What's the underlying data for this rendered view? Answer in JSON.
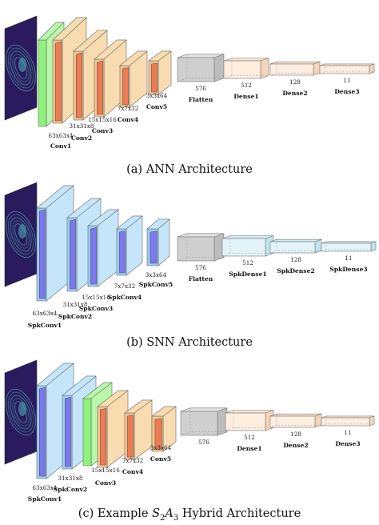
{
  "panels": [
    {
      "id": "ann",
      "caption": "(a) ANN Architecture",
      "blocks": [
        {
          "kind": "input"
        },
        {
          "kind": "conv",
          "type": "green"
        },
        {
          "kind": "conv",
          "type": "orange",
          "dim": "63x63x4",
          "name": "Conv1"
        },
        {
          "kind": "conv",
          "type": "orange",
          "dim": "31x31x8",
          "name": "Conv2"
        },
        {
          "kind": "conv",
          "type": "orange",
          "dim": "15x15x16",
          "name": "Conv3"
        },
        {
          "kind": "conv",
          "type": "orange",
          "dim": "7x7x32",
          "name": "Conv4"
        },
        {
          "kind": "conv",
          "type": "orange",
          "dim": "3x3x64",
          "name": "Conv5"
        },
        {
          "kind": "dense",
          "type": "gray",
          "dim": "576",
          "name": "Flatten"
        },
        {
          "kind": "dense",
          "type": "peach",
          "dim": "512",
          "name": "Dense1"
        },
        {
          "kind": "dense",
          "type": "peach",
          "dim": "128",
          "name": "Dense2"
        },
        {
          "kind": "dense",
          "type": "peach",
          "dim": "11",
          "name": "Dense3"
        }
      ]
    },
    {
      "id": "snn",
      "caption": "(b) SNN Architecture",
      "blocks": [
        {
          "kind": "input"
        },
        {
          "kind": "conv",
          "type": "blue",
          "dim": "63x63x4",
          "name": "SpkConv1"
        },
        {
          "kind": "conv",
          "type": "blue",
          "dim": "31x31x8",
          "name": "SpkConv2"
        },
        {
          "kind": "conv",
          "type": "blue",
          "dim": "15x15x16",
          "name": "SpkConv3"
        },
        {
          "kind": "conv",
          "type": "blue",
          "dim": "7x7x32",
          "name": "SpkConv4"
        },
        {
          "kind": "conv",
          "type": "blue",
          "dim": "3x3x64",
          "name": "SpkConv5"
        },
        {
          "kind": "dense",
          "type": "gray",
          "dim": "576",
          "name": "Flatten"
        },
        {
          "kind": "dense",
          "type": "lightblue",
          "dim": "512",
          "name": "SpkDense1"
        },
        {
          "kind": "dense",
          "type": "lightblue",
          "dim": "128",
          "name": "SpkDense2"
        },
        {
          "kind": "dense",
          "type": "lightblue",
          "dim": "11",
          "name": "SpkDense3"
        }
      ]
    },
    {
      "id": "hybrid",
      "caption_prefix": "(c) Example ",
      "caption_math": "S",
      "caption_sub1": "2",
      "caption_math2": "A",
      "caption_sub2": "3",
      "caption_suffix": " Hybrid Architecture",
      "blocks": [
        {
          "kind": "input"
        },
        {
          "kind": "conv",
          "type": "blue",
          "dim": "63x63x4",
          "name": "SpkConv1"
        },
        {
          "kind": "conv",
          "type": "blue",
          "dim": "31x31x8",
          "name": "SpkConv2"
        },
        {
          "kind": "conv",
          "type": "green"
        },
        {
          "kind": "conv",
          "type": "orange",
          "dim": "15x15x16",
          "name": "Conv3"
        },
        {
          "kind": "conv",
          "type": "orange",
          "dim": "7x7x32",
          "name": "Conv4"
        },
        {
          "kind": "conv",
          "type": "orange",
          "dim": "3x3x64",
          "name": "Conv5"
        },
        {
          "kind": "dense",
          "type": "gray",
          "dim": "576",
          "name": ""
        },
        {
          "kind": "dense",
          "type": "peach",
          "dim": "512",
          "name": "Dense1"
        },
        {
          "kind": "dense",
          "type": "peach",
          "dim": "128",
          "name": "Dense2"
        },
        {
          "kind": "dense",
          "type": "peach",
          "dim": "11",
          "name": "Dense3"
        }
      ]
    }
  ],
  "colors": {
    "orange_face": "#f4c78e",
    "orange_inner": "#ee7b52",
    "orange_side": "#f8dcb0",
    "green": "#8ff27c",
    "blue_face": "#8aa9f3",
    "blue_side": "#9ad0f5",
    "blue_inner": "#7c78ef",
    "gray_face": "#cfcfcf",
    "peach_face": "#fdeee0",
    "lightblue_face": "#e3f4f8",
    "input_bg": "#2a1b5e"
  }
}
